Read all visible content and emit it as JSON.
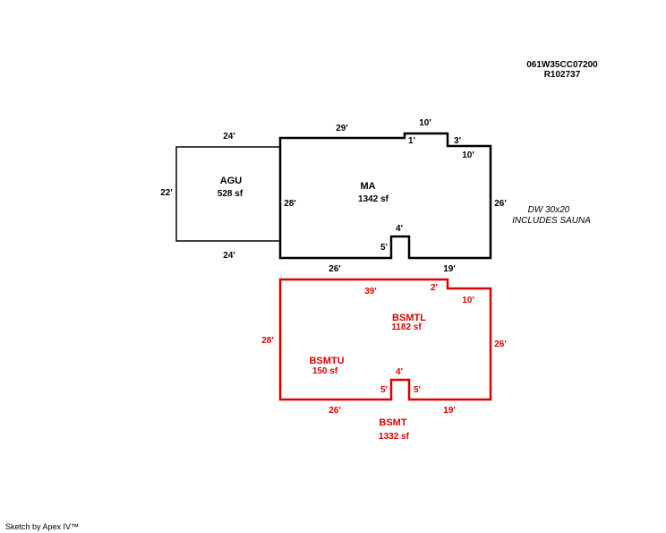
{
  "header": {
    "parcel_id": "061W35CC07200",
    "account": "R102737"
  },
  "colors": {
    "main": "#000000",
    "basement": "#dd0000",
    "background": "#ffffff"
  },
  "agu": {
    "name": "AGU",
    "area": "528 sf",
    "dims": {
      "top": "24'",
      "left": "22'",
      "bottom": "24'"
    }
  },
  "ma": {
    "name": "MA",
    "area": "1342 sf",
    "dims": {
      "top_left": "29'",
      "top_step_width": "10'",
      "top_step_left": "1'",
      "top_step_right": "3'",
      "right_upper": "10'",
      "right": "26'",
      "left": "28'",
      "notch_width": "4'",
      "notch_depth": "5'",
      "bottom_left": "26'",
      "bottom_right": "19'"
    }
  },
  "note": {
    "line1": "DW 30x20",
    "line2": "INCLUDES SAUNA"
  },
  "bsmt": {
    "name": "BSMT",
    "area": "1332 sf",
    "bsmtl": {
      "name": "BSMTL",
      "area": "1182 sf"
    },
    "bsmtu": {
      "name": "BSMTU",
      "area": "150 sf"
    },
    "dims": {
      "top_left": "39'",
      "top_step": "2'",
      "right_upper": "10'",
      "right": "26'",
      "left": "28'",
      "notch_width": "4'",
      "notch_left": "5'",
      "notch_right": "5'",
      "bottom_left": "26'",
      "bottom_right": "19'"
    }
  },
  "footer": {
    "credit": "Sketch by Apex IV™"
  }
}
